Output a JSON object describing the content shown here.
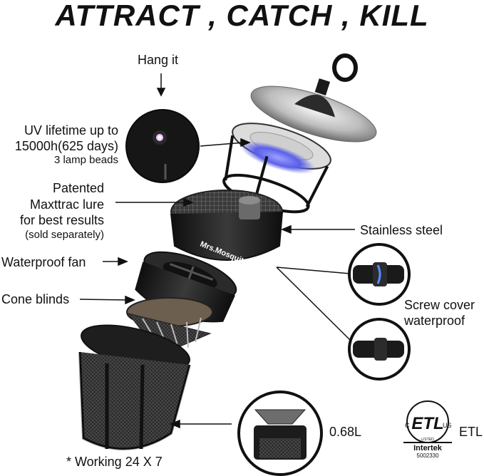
{
  "title": "ATTRACT , CATCH , KILL",
  "labels": {
    "hang": "Hang it",
    "uv_line1": "UV lifetime up to",
    "uv_line2": "15000h(625 days)",
    "uv_line3": "3 lamp beads",
    "lure_line1": "Patented",
    "lure_line2": "Maxttrac lure",
    "lure_line3": "for best results",
    "lure_line4": "(sold separately)",
    "steel": "Stainless steel",
    "fan": "Waterproof fan",
    "cone": "Cone blinds",
    "screw_line1": "Screw cover",
    "screw_line2": "waterproof",
    "capacity": "0.68L",
    "etl": "ETL",
    "working": "* Working 24 X 7"
  },
  "brand": "Mrs.Mosquito",
  "cert": {
    "mark": "ETL",
    "c": "C",
    "us": "US",
    "listed": "LISTED",
    "name": "Intertek",
    "number": "5002330"
  },
  "colors": {
    "uv_glow": "#6f74ff",
    "body_black": "#1a1a1a",
    "steel": "#c8c8c8",
    "text": "#111111"
  }
}
